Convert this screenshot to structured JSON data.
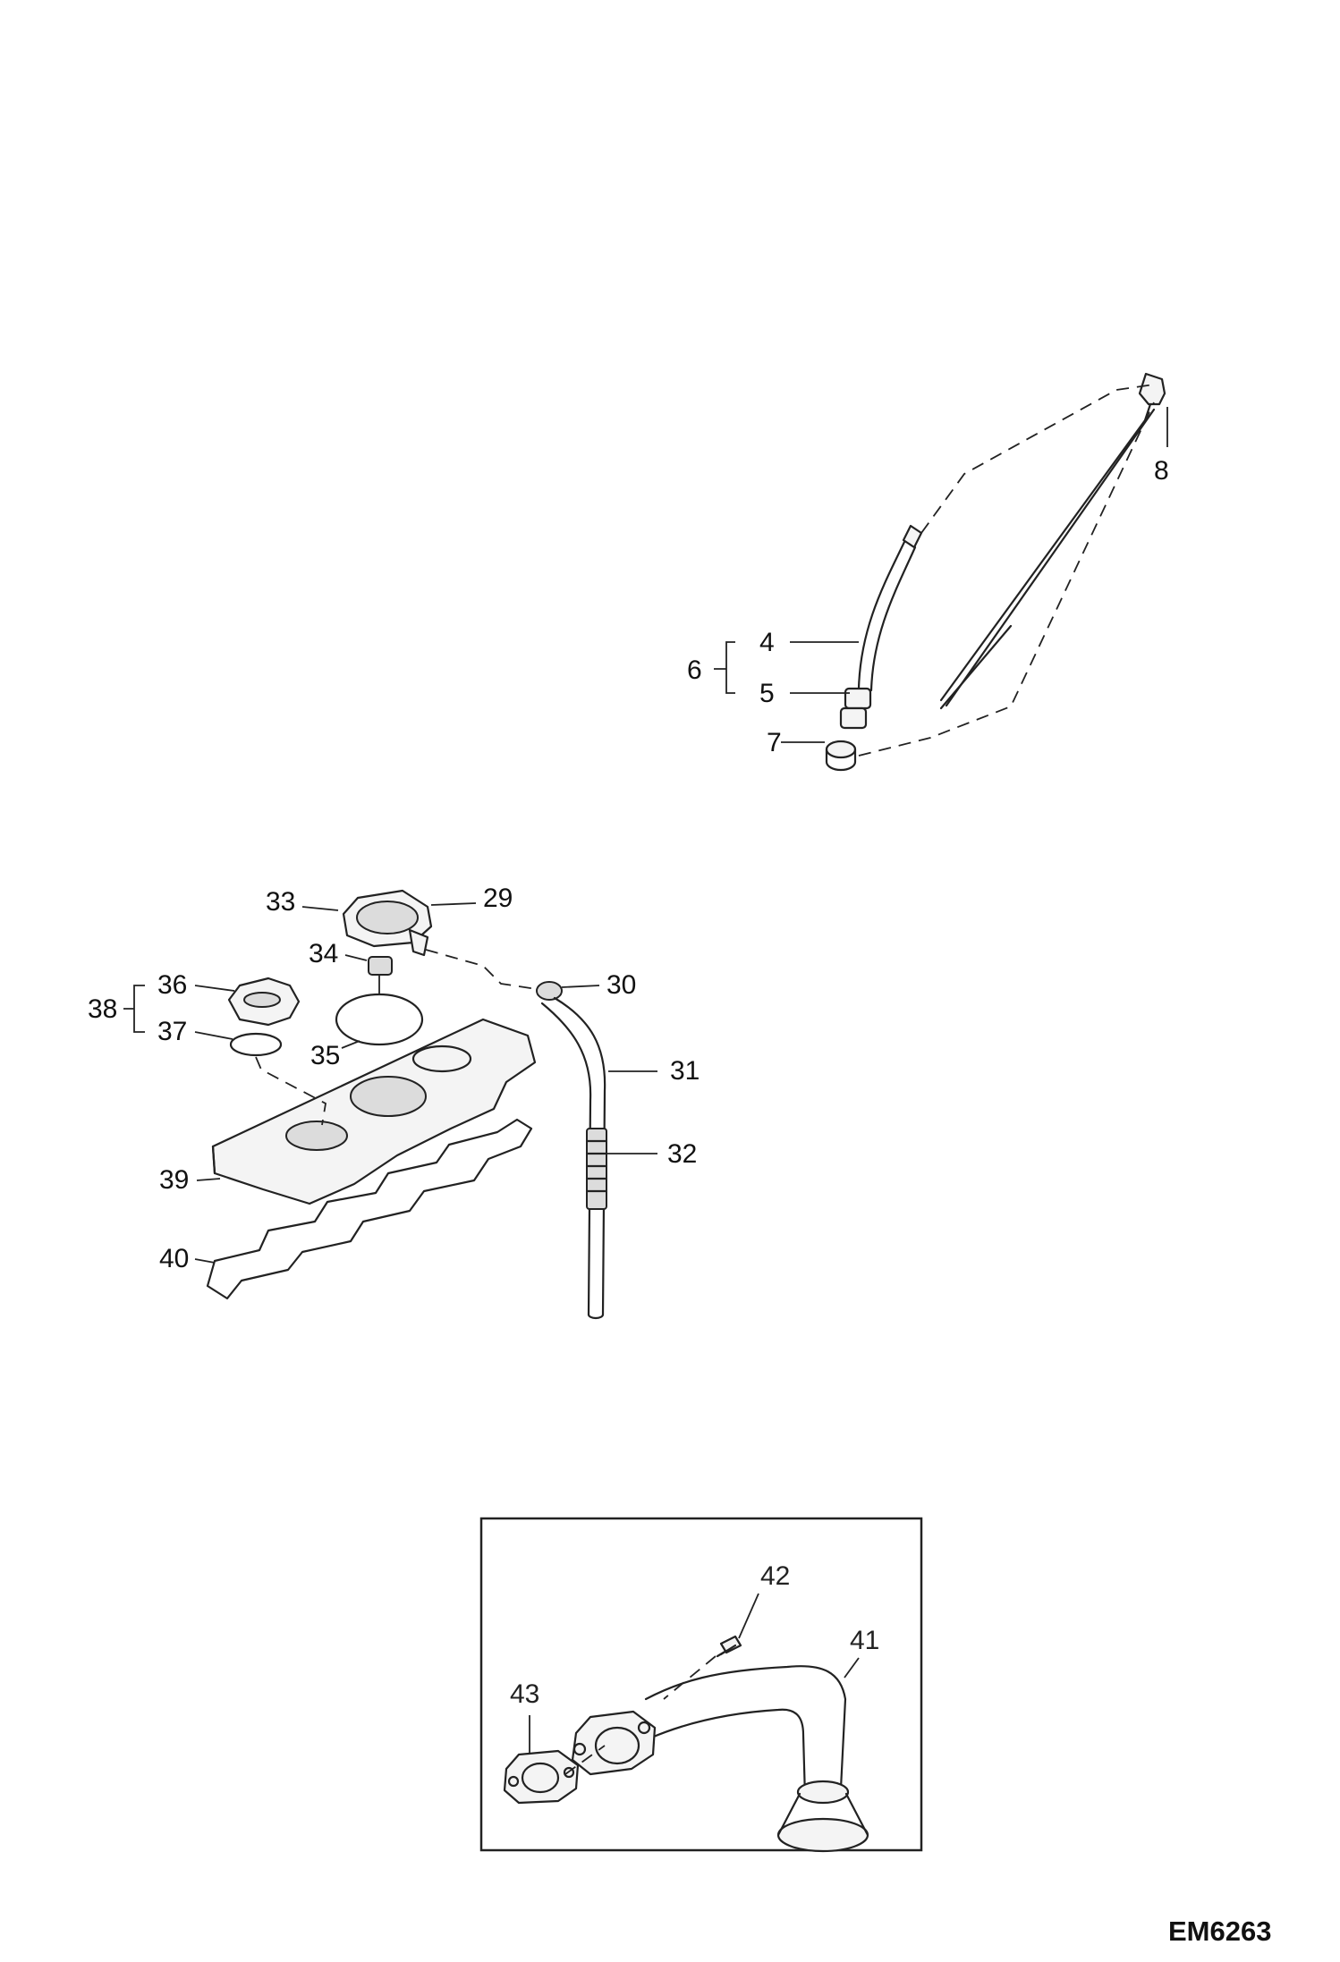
{
  "callouts": {
    "c4": "4",
    "c5": "5",
    "c6": "6",
    "c7": "7",
    "c8": "8",
    "c29": "29",
    "c30": "30",
    "c31": "31",
    "c32": "32",
    "c33": "33",
    "c34": "34",
    "c35": "35",
    "c36": "36",
    "c37": "37",
    "c38": "38",
    "c39": "39",
    "c40": "40",
    "c41": "41",
    "c42": "42",
    "c43": "43"
  },
  "drawing_code": "EM6263"
}
